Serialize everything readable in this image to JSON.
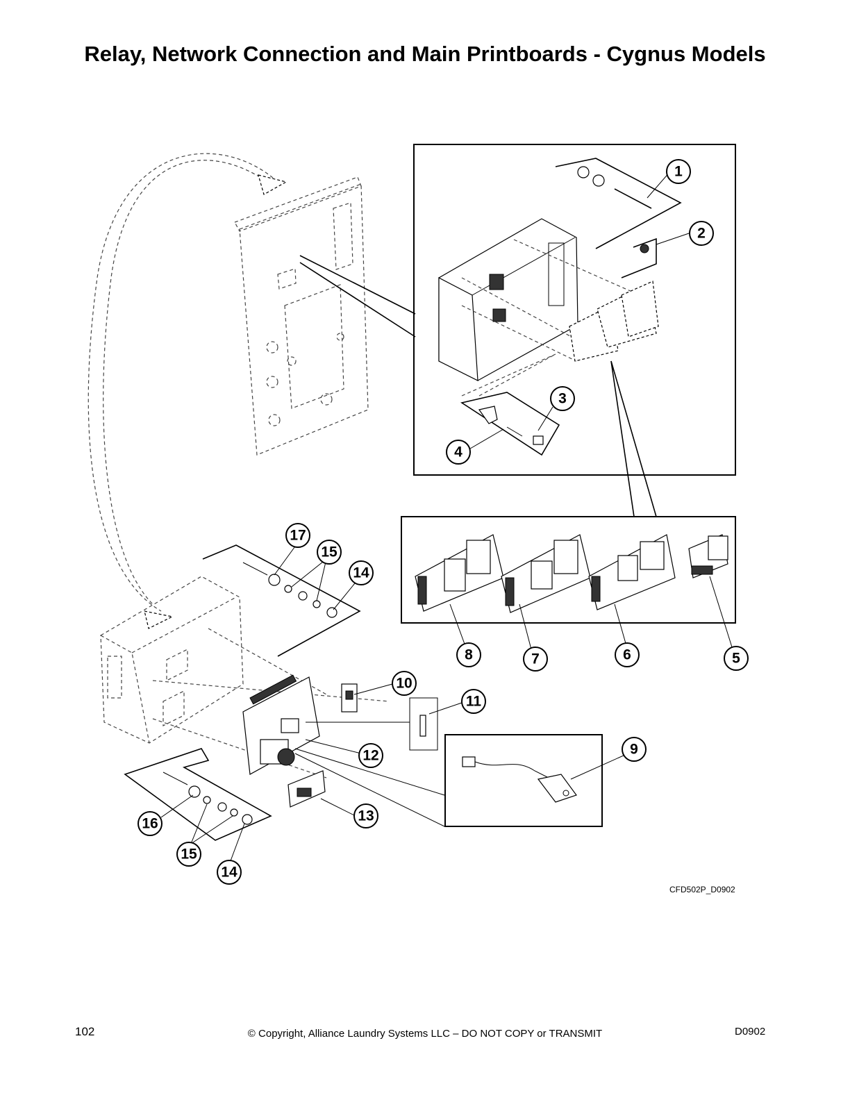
{
  "page": {
    "title": "Relay, Network Connection and Main Printboards - Cygnus Models",
    "figure_code": "CFD502P_D0902",
    "page_number": "102",
    "copyright": "© Copyright, Alliance Laundry Systems LLC – DO NOT COPY or TRANSMIT",
    "doc_id": "D0902"
  },
  "callouts": [
    {
      "id": "c1",
      "label": "1"
    },
    {
      "id": "c2",
      "label": "2"
    },
    {
      "id": "c3",
      "label": "3"
    },
    {
      "id": "c4",
      "label": "4"
    },
    {
      "id": "c5",
      "label": "5"
    },
    {
      "id": "c6",
      "label": "6"
    },
    {
      "id": "c7",
      "label": "7"
    },
    {
      "id": "c8",
      "label": "8"
    },
    {
      "id": "c9",
      "label": "9"
    },
    {
      "id": "c10",
      "label": "10"
    },
    {
      "id": "c11",
      "label": "11"
    },
    {
      "id": "c12",
      "label": "12"
    },
    {
      "id": "c13",
      "label": "13"
    },
    {
      "id": "c14a",
      "label": "14"
    },
    {
      "id": "c15a",
      "label": "15"
    },
    {
      "id": "c17",
      "label": "17"
    },
    {
      "id": "c16",
      "label": "16"
    },
    {
      "id": "c15b",
      "label": "15"
    },
    {
      "id": "c14b",
      "label": "14"
    }
  ]
}
